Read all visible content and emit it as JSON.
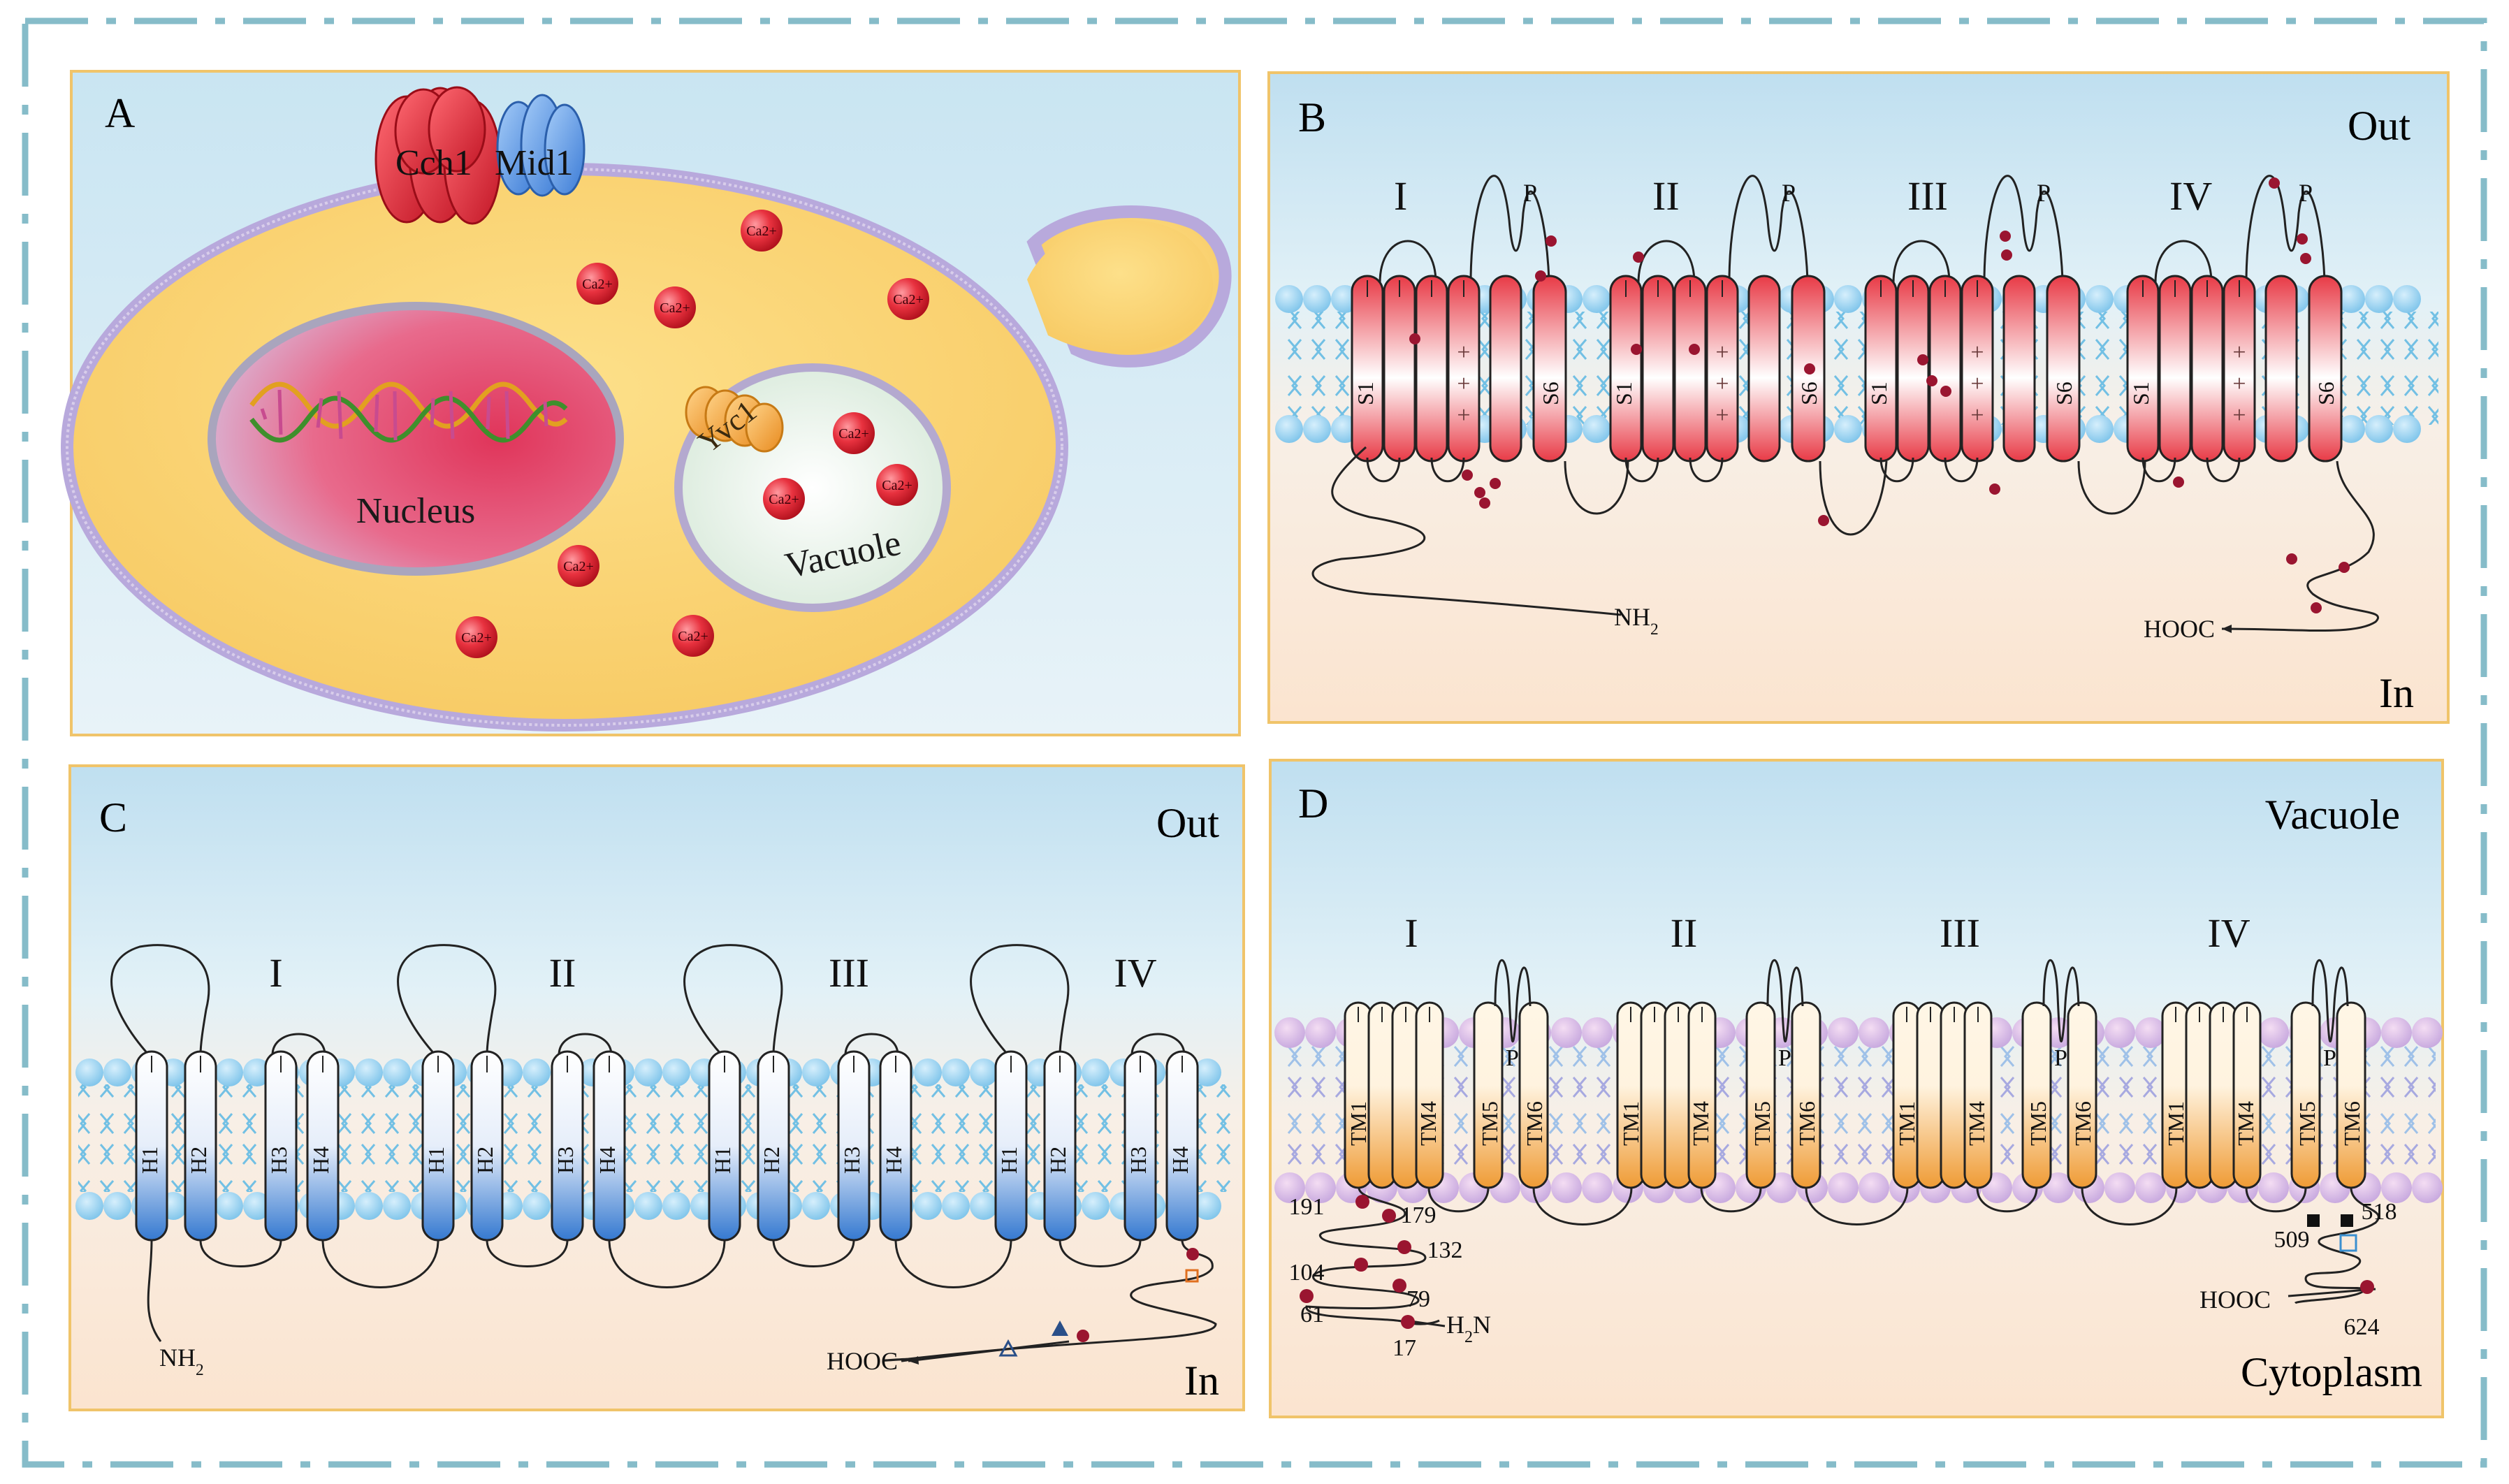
{
  "panels": {
    "a": {
      "letter": "A",
      "proteins": [
        "Cch1",
        "Mid1",
        "Yvc1"
      ],
      "compartments": [
        "Nucleus",
        "Vacuole"
      ],
      "ion": "Ca2+"
    },
    "b": {
      "letter": "B",
      "out_label": "Out",
      "in_label": "In",
      "domains": [
        "I",
        "II",
        "III",
        "IV"
      ],
      "pore_label": "P",
      "segments": [
        "S1",
        "S6"
      ],
      "charge": "+",
      "n_terminus": "NH2",
      "c_terminus": "HOOC"
    },
    "c": {
      "letter": "C",
      "out_label": "Out",
      "in_label": "In",
      "domains": [
        "I",
        "II",
        "III",
        "IV"
      ],
      "helices": [
        "H1",
        "H2",
        "H3",
        "H4"
      ],
      "n_terminus": "NH2",
      "c_terminus": "HOOC"
    },
    "d": {
      "letter": "D",
      "top_label": "Vacuole",
      "bottom_label": "Cytoplasm",
      "domains": [
        "I",
        "II",
        "III",
        "IV"
      ],
      "pore_label": "P",
      "helices": [
        "TM1",
        "TM4",
        "TM5",
        "TM6"
      ],
      "n_terminus": "H2N",
      "c_terminus": "HOOC",
      "n_residues": [
        "191",
        "179",
        "132",
        "104",
        "79",
        "61",
        "17"
      ],
      "c_residues": [
        "509",
        "518",
        "624"
      ]
    }
  },
  "colors": {
    "frame": "#7fb8c6",
    "panel_border": "#f0c46a",
    "sky": "#cfe7f3",
    "cytosol": "#fbe9d8",
    "cell": "#f8cf6c",
    "membrane_head": "#8fcdf0",
    "lipid_tail": "#74c2e4",
    "red_channel": "#e8414d",
    "blue_channel": "#3e86d6",
    "orange_channel": "#f0a441",
    "ca_ion": "#e02432",
    "site_dot": "#9a1530"
  }
}
